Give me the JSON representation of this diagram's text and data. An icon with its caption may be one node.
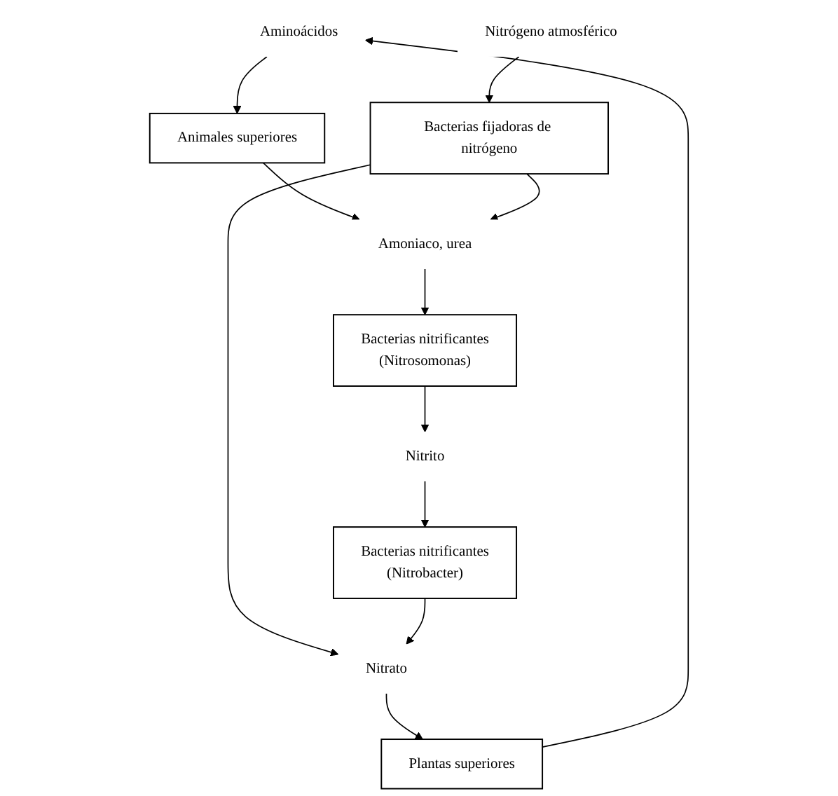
{
  "diagram": {
    "nodes": [
      {
        "text": [
          "Aminoácidos"
        ]
      },
      {
        "text": [
          "Plantas superiores"
        ]
      },
      {
        "text": [
          "Animales superiores"
        ]
      },
      {
        "text": [
          "Nitrato"
        ]
      },
      {
        "text": [
          "Bacterias fijadoras de nitrógeno"
        ]
      },
      {
        "text": [
          "Amoniaco, urea"
        ]
      },
      {
        "text": [
          "Nitrógeno atmosférico"
        ]
      },
      {
        "text": [
          "Bacterias nitrificantes",
          "(Nitrobacter)"
        ]
      },
      {
        "text": [
          "Bacterias nitrificantes",
          "(Nitrosomonas)"
        ]
      },
      {
        "text": [
          "Nitrito"
        ]
      }
    ],
    "edges": [
      {
        "from": 1,
        "to": 0,
        "arrow": "to"
      },
      {
        "from": 0,
        "to": 2,
        "arrow": "to"
      },
      {
        "from": 2,
        "to": 5,
        "arrow": "to"
      },
      {
        "from": 4,
        "to": 3,
        "arrow": "to"
      },
      {
        "from": 4,
        "to": 5,
        "arrow": "to"
      },
      {
        "from": 6,
        "to": 4,
        "arrow": "to"
      },
      {
        "from": 3,
        "to": 1,
        "arrow": "to"
      },
      {
        "from": 7,
        "to": 3,
        "arrow": "to"
      },
      {
        "from": 5,
        "to": 8,
        "arrow": "to"
      },
      {
        "from": 8,
        "to": 9,
        "arrow": "to"
      },
      {
        "from": 9,
        "to": 7,
        "arrow": "to"
      }
    ]
  }
}
